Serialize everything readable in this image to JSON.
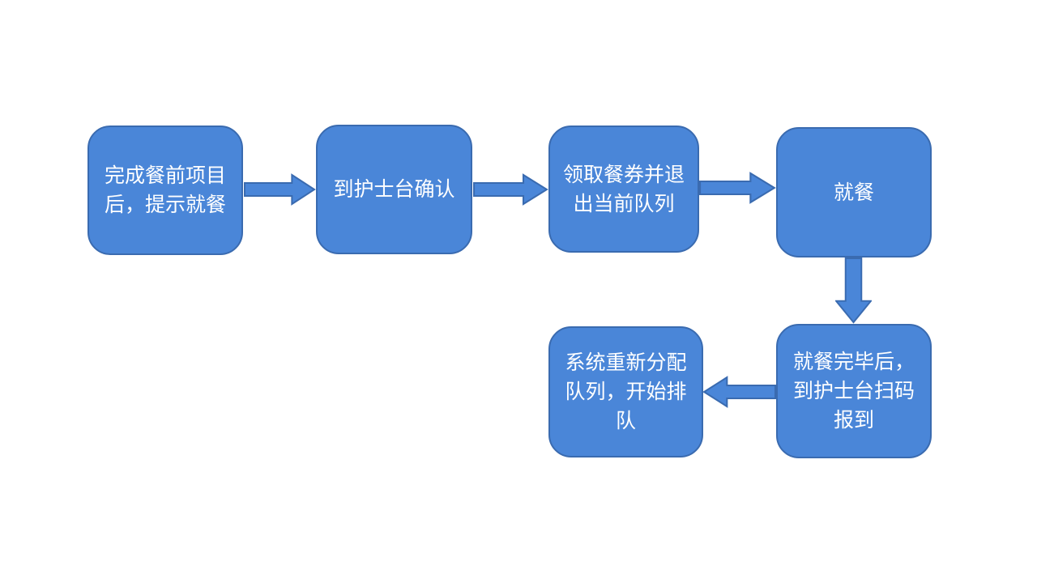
{
  "colors": {
    "shape_fill": "#4a86d8",
    "shape_border": "#3a6bb0",
    "text_color": "#ffffff",
    "canvas_bg": "#ffffff"
  },
  "flowchart": {
    "nodes": [
      {
        "id": "step1",
        "label": "完成餐前项目后，提示就餐"
      },
      {
        "id": "step2",
        "label": "到护士台确认"
      },
      {
        "id": "step3",
        "label": "领取餐券并退出当前队列"
      },
      {
        "id": "step4",
        "label": "就餐"
      },
      {
        "id": "step5",
        "label": "就餐完毕后，到护士台扫码报到"
      },
      {
        "id": "step6",
        "label": "系统重新分配队列，开始排队"
      }
    ],
    "connectors": [
      {
        "from": "step1",
        "to": "step2",
        "direction": "right"
      },
      {
        "from": "step2",
        "to": "step3",
        "direction": "right"
      },
      {
        "from": "step3",
        "to": "step4",
        "direction": "right"
      },
      {
        "from": "step4",
        "to": "step5",
        "direction": "down"
      },
      {
        "from": "step5",
        "to": "step6",
        "direction": "left"
      }
    ]
  }
}
